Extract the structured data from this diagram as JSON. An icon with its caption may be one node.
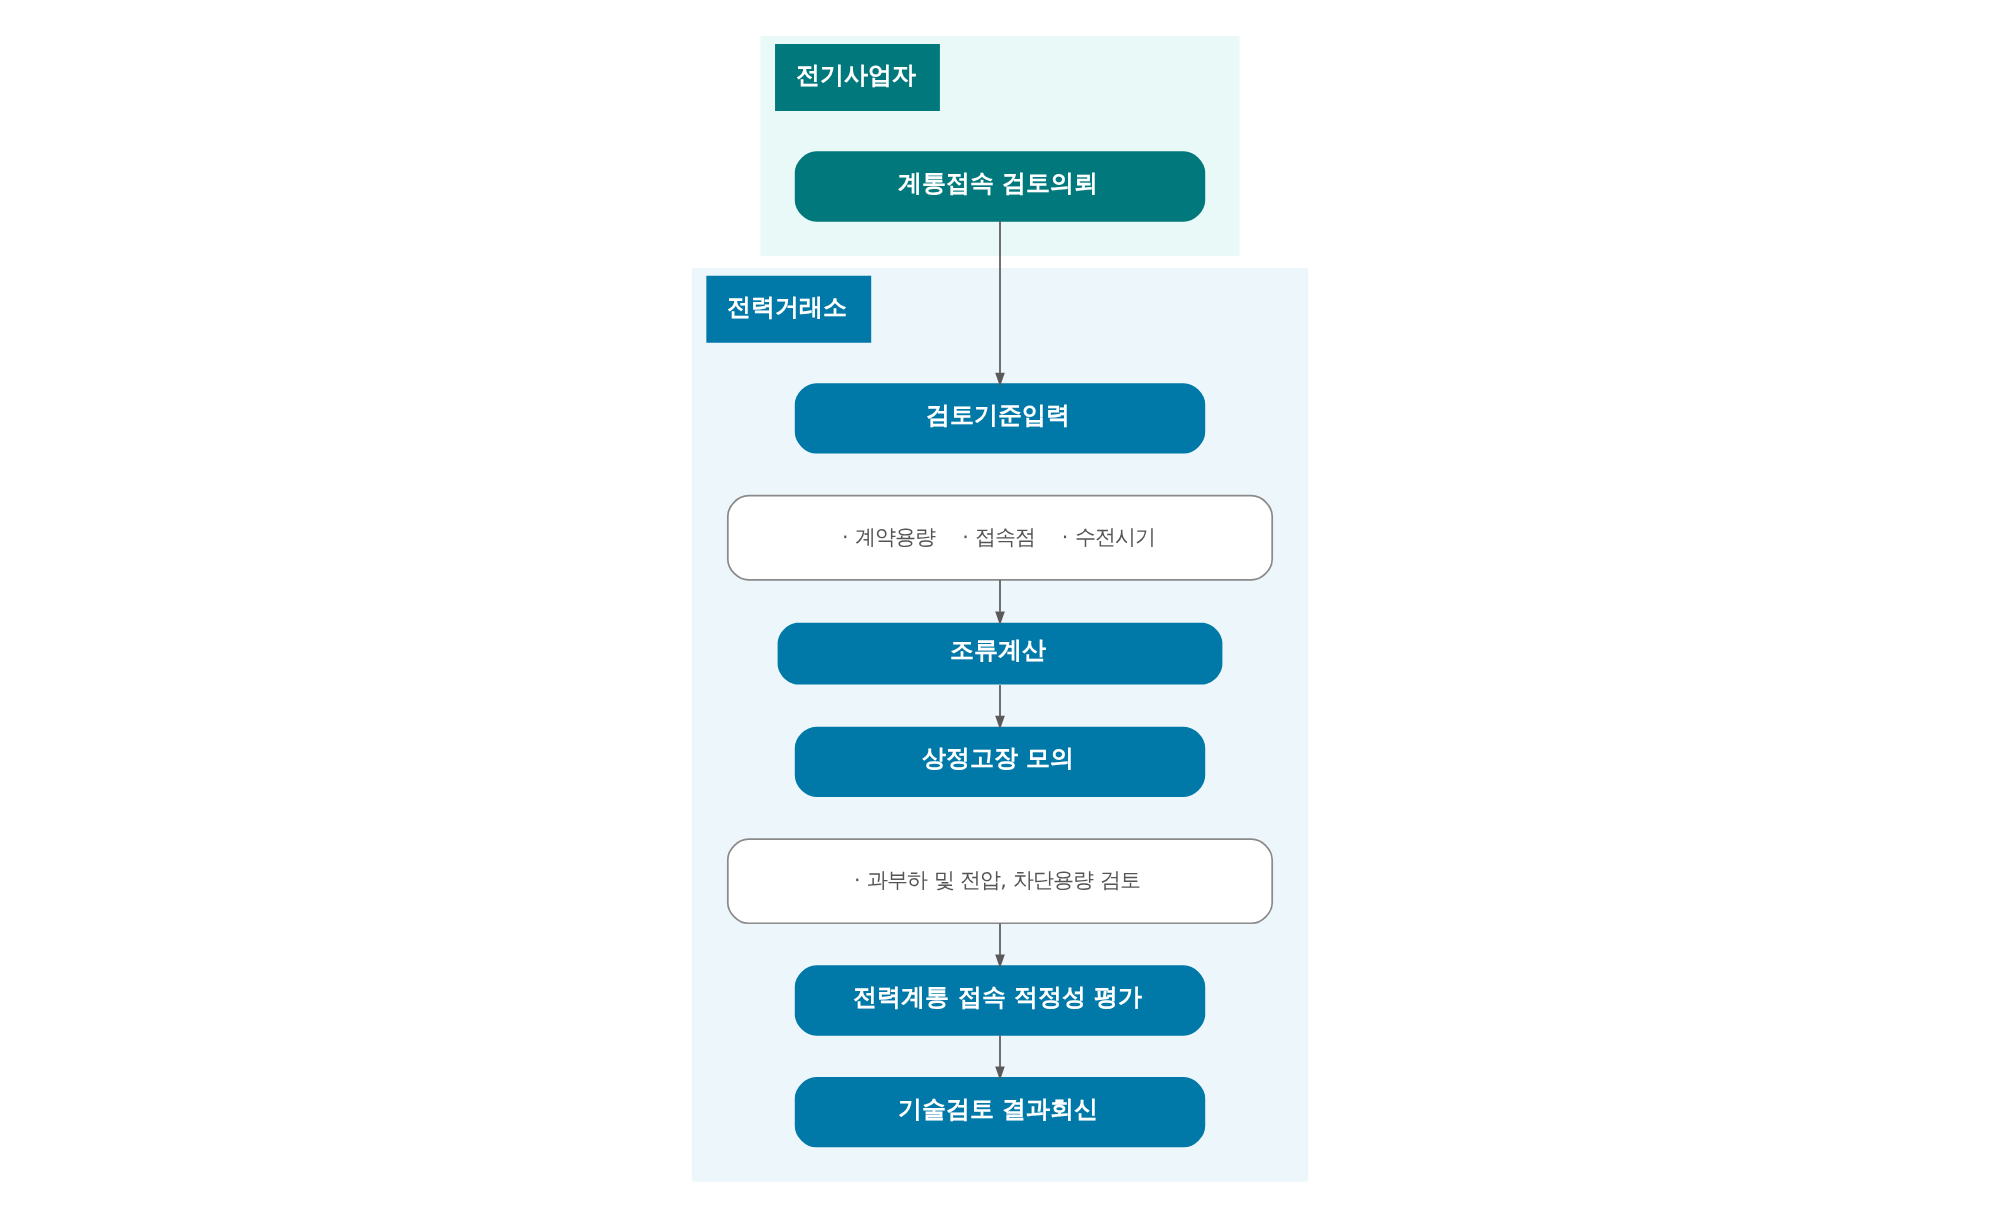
{
  "diagram": {
    "nodes": [
      {
        "text": [
          "전기사업자"
        ]
      },
      {
        "text": [
          "계통접속 검토의뢰"
        ],
        "in": 0
      },
      {
        "text": [
          "전력거래소"
        ]
      },
      {
        "text": [
          "검토기준입력"
        ],
        "in": 2
      },
      {
        "text": [
          "· 계약용량",
          "· 접속점",
          "· 수전시기"
        ],
        "in": 2
      },
      {
        "text": [
          "조류계산"
        ],
        "in": 2
      },
      {
        "text": [
          "상정고장 모의"
        ],
        "in": 2
      },
      {
        "text": [
          "· 과부하 및 전압, 차단용량 검토"
        ],
        "in": 2
      },
      {
        "text": [
          "전력계통 접속 적정성 평가"
        ],
        "in": 2
      },
      {
        "text": [
          "기술검토 결과회신"
        ],
        "in": 2
      }
    ],
    "edges": [
      {
        "from": 1,
        "to": 3,
        "arrow": "to"
      },
      {
        "from": 4,
        "to": 5,
        "arrow": "to"
      },
      {
        "from": 5,
        "to": 6,
        "arrow": "to"
      },
      {
        "from": 7,
        "to": 8,
        "arrow": "to"
      },
      {
        "from": 8,
        "to": 9,
        "arrow": "to"
      }
    ]
  }
}
